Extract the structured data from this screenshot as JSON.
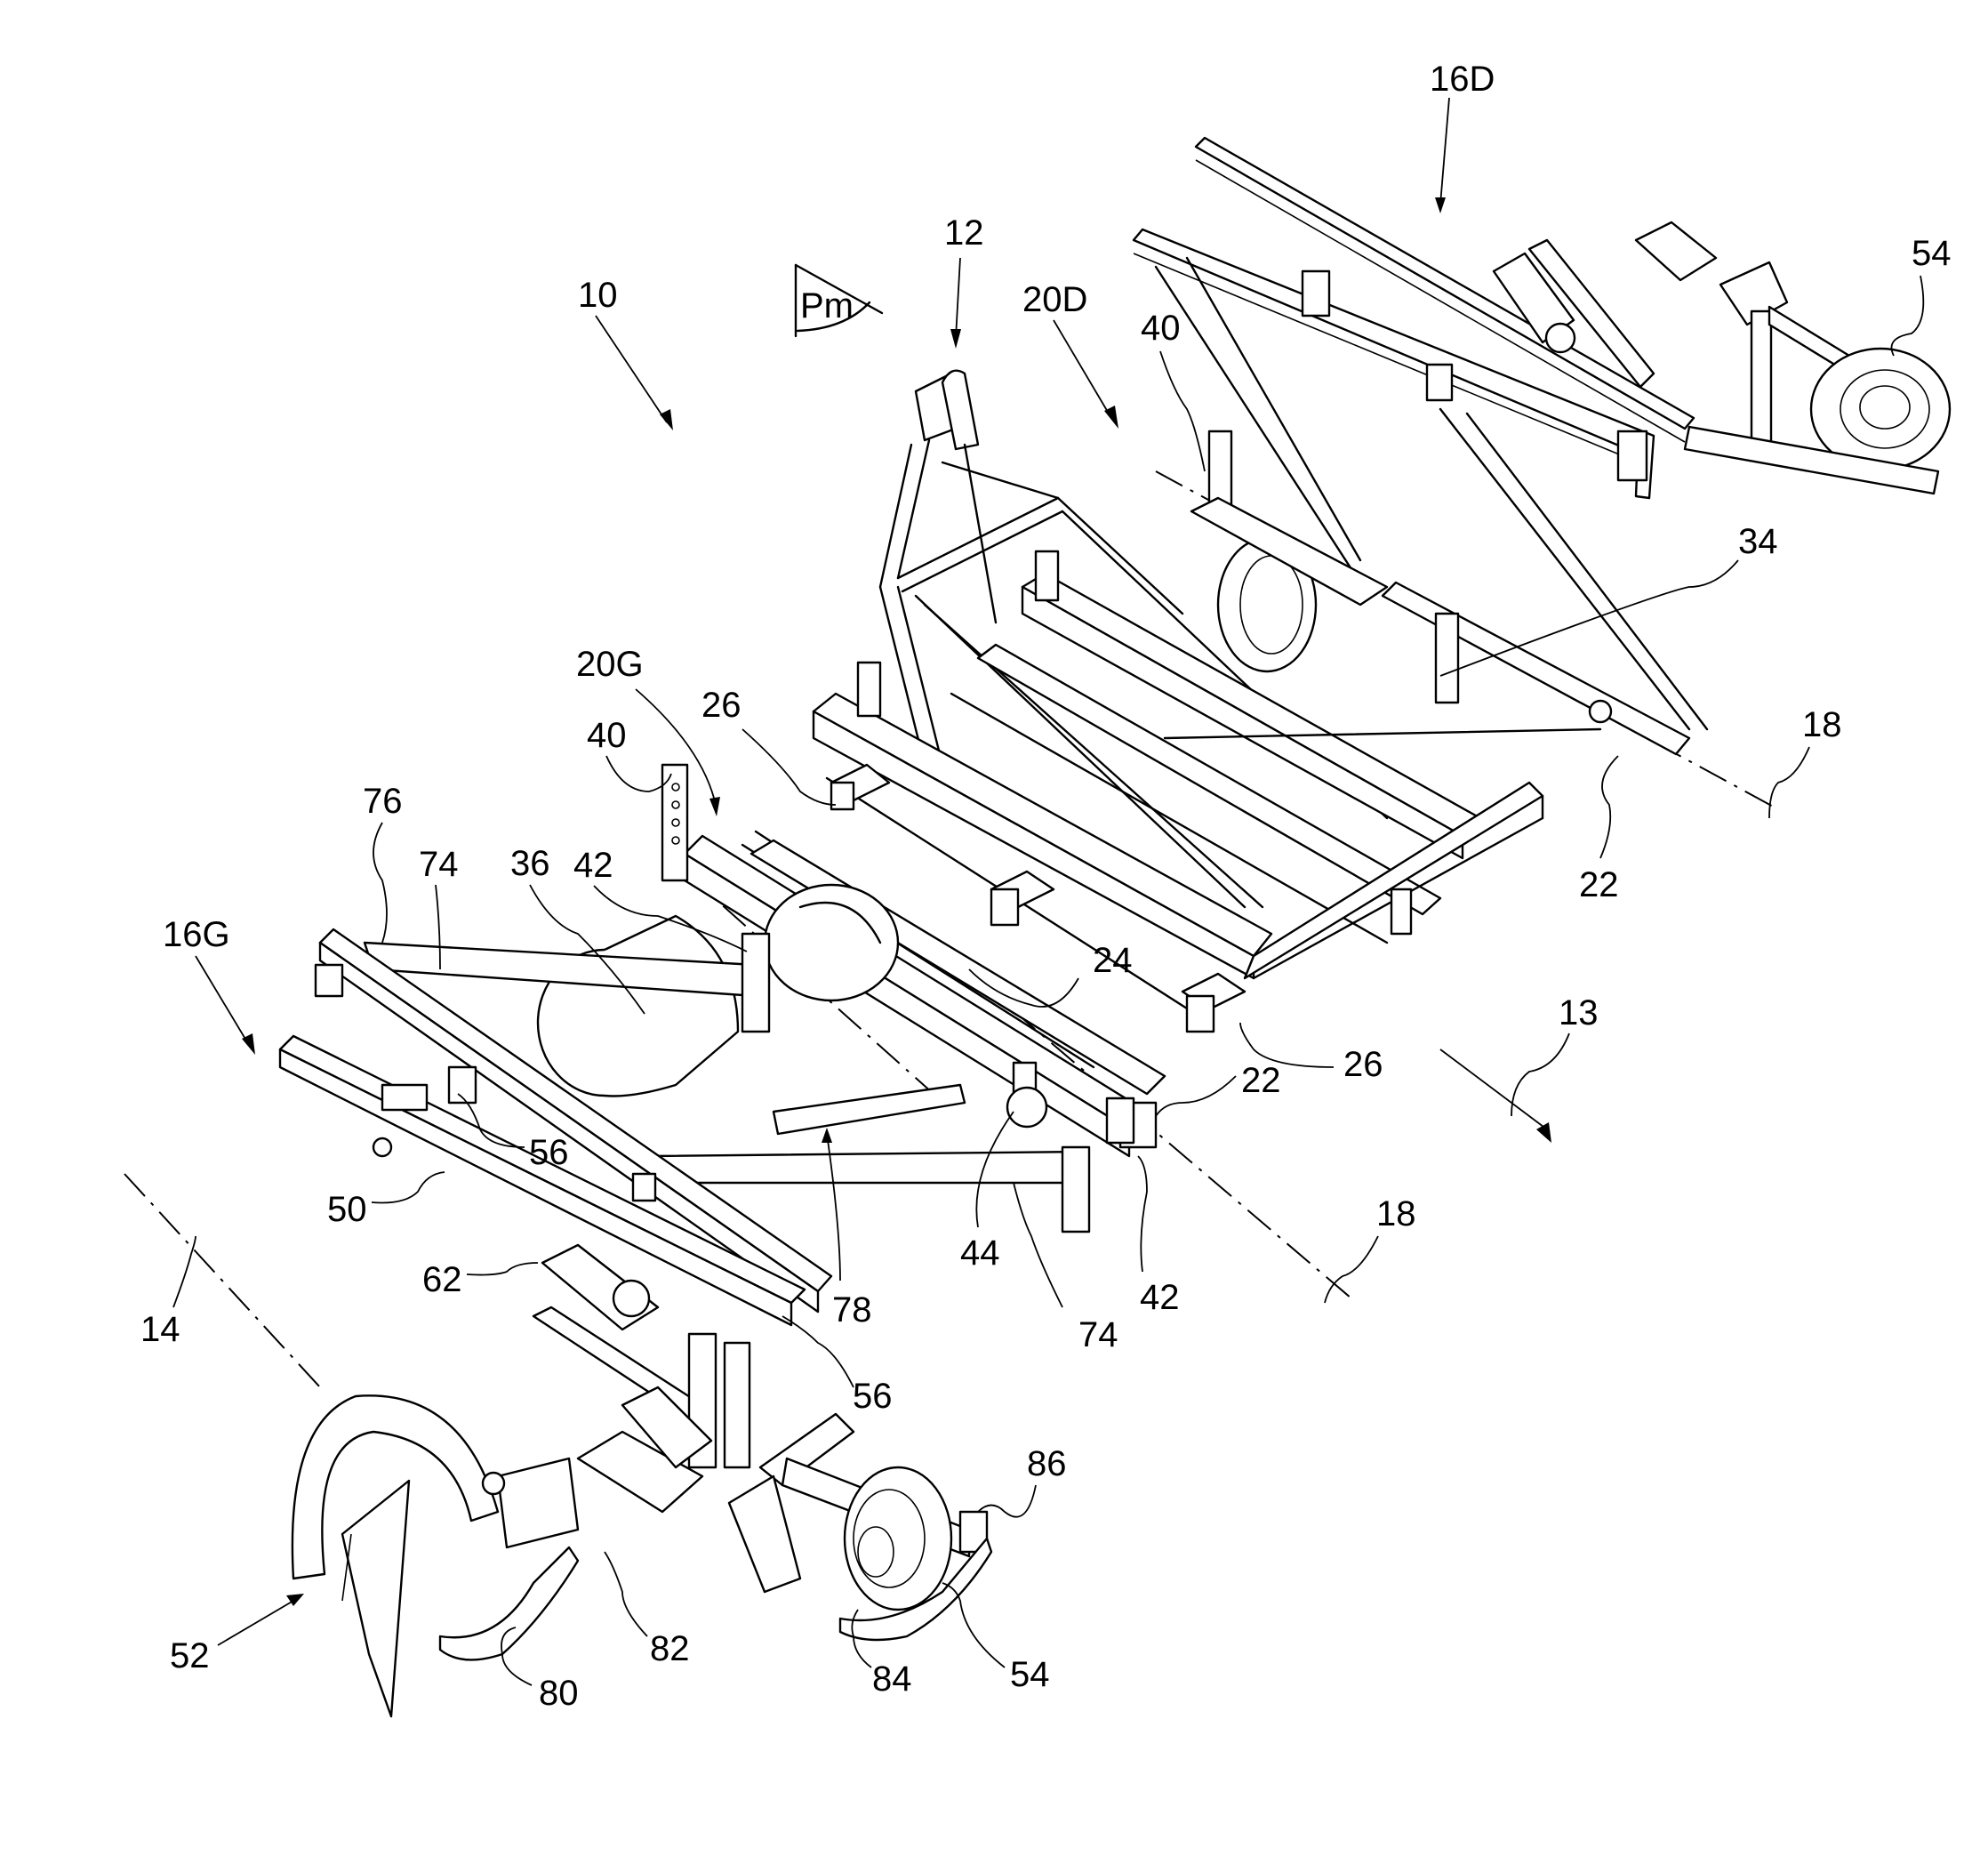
{
  "figure": {
    "type": "patent-drawing",
    "subject": "agricultural implement perspective view"
  },
  "labels": [
    {
      "id": "16D",
      "text": "16D"
    },
    {
      "id": "54a",
      "text": "54"
    },
    {
      "id": "12",
      "text": "12"
    },
    {
      "id": "10",
      "text": "10"
    },
    {
      "id": "Pm",
      "text": "Pm"
    },
    {
      "id": "20D",
      "text": "20D"
    },
    {
      "id": "40a",
      "text": "40"
    },
    {
      "id": "34",
      "text": "34"
    },
    {
      "id": "18a",
      "text": "18"
    },
    {
      "id": "22a",
      "text": "22"
    },
    {
      "id": "20G",
      "text": "20G"
    },
    {
      "id": "26a",
      "text": "26"
    },
    {
      "id": "40b",
      "text": "40"
    },
    {
      "id": "76",
      "text": "76"
    },
    {
      "id": "74a",
      "text": "74"
    },
    {
      "id": "36",
      "text": "36"
    },
    {
      "id": "42a",
      "text": "42"
    },
    {
      "id": "16G",
      "text": "16G"
    },
    {
      "id": "24",
      "text": "24"
    },
    {
      "id": "13",
      "text": "13"
    },
    {
      "id": "26b",
      "text": "26"
    },
    {
      "id": "22b",
      "text": "22"
    },
    {
      "id": "56a",
      "text": "56"
    },
    {
      "id": "50",
      "text": "50"
    },
    {
      "id": "18b",
      "text": "18"
    },
    {
      "id": "62",
      "text": "62"
    },
    {
      "id": "78",
      "text": "78"
    },
    {
      "id": "44",
      "text": "44"
    },
    {
      "id": "42b",
      "text": "42"
    },
    {
      "id": "74b",
      "text": "74"
    },
    {
      "id": "14",
      "text": "14"
    },
    {
      "id": "56b",
      "text": "56"
    },
    {
      "id": "86",
      "text": "86"
    },
    {
      "id": "52",
      "text": "52"
    },
    {
      "id": "82",
      "text": "82"
    },
    {
      "id": "80",
      "text": "80"
    },
    {
      "id": "84",
      "text": "84"
    },
    {
      "id": "54b",
      "text": "54"
    }
  ]
}
